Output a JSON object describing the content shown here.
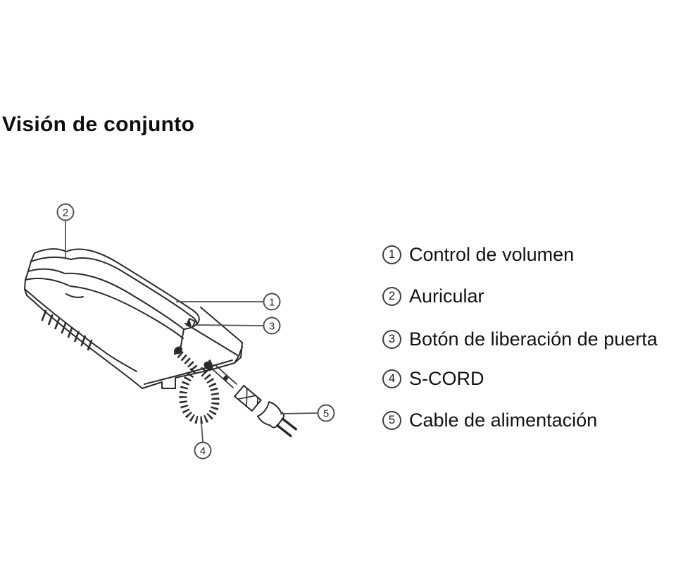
{
  "page": {
    "title": "Visión de conjunto"
  },
  "legend": {
    "items": [
      {
        "number": "1",
        "label": "Control de volumen"
      },
      {
        "number": "2",
        "label": "Auricular"
      },
      {
        "number": "3",
        "label": "Botón de liberación de puerta"
      },
      {
        "number": "4",
        "label": "S-CORD"
      },
      {
        "number": "5",
        "label": "Cable de alimentación"
      }
    ]
  },
  "diagram": {
    "callouts": {
      "c1": "1",
      "c2": "2",
      "c3": "3",
      "c4": "4",
      "c5": "5"
    }
  }
}
